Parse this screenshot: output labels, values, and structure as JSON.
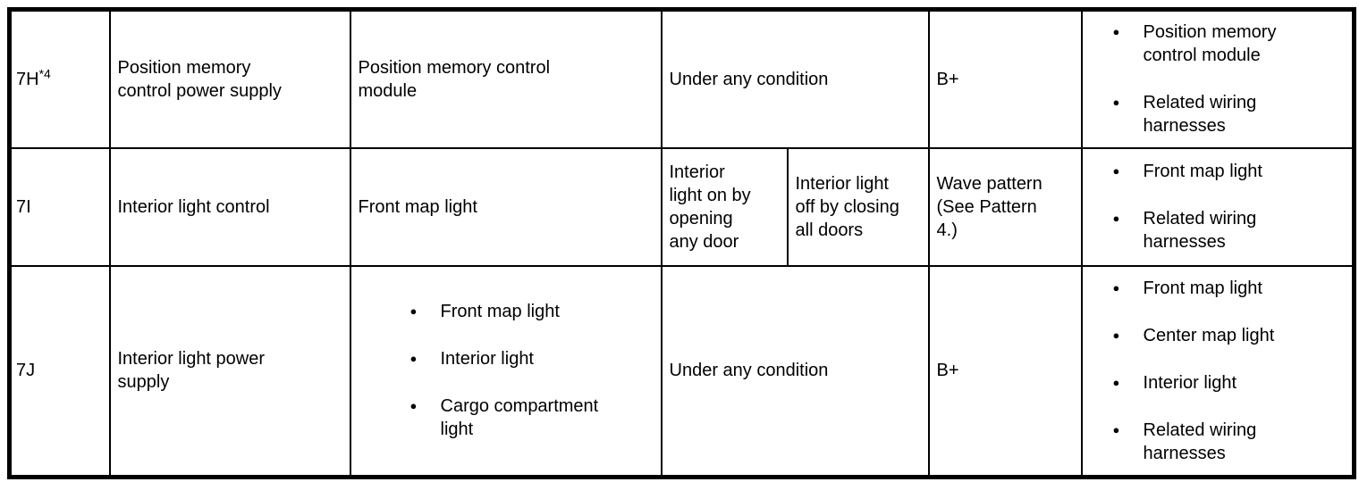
{
  "glyphs": {
    "bullet": "●"
  },
  "table": {
    "rows": [
      {
        "id": "7H",
        "id_sup": "*4",
        "function": "Position memory control power supply",
        "component": "Position memory control module",
        "condition": "Under any condition",
        "signal": "B+",
        "inspection": [
          "Position memory control module",
          "Related wiring harnesses"
        ]
      },
      {
        "id": "7I",
        "function": "Interior light control",
        "component": "Front map light",
        "condition_left": "Interior light on by opening any door",
        "condition_right": "Interior light off by closing all doors",
        "signal": "Wave pattern (See Pattern 4.)",
        "inspection": [
          "Front map light",
          "Related wiring harnesses"
        ]
      },
      {
        "id": "7J",
        "function": "Interior light power supply",
        "component_bullets": [
          "Front map light",
          "Interior light",
          "Cargo compartment light"
        ],
        "condition": "Under any condition",
        "signal": "B+",
        "inspection": [
          "Front map light",
          "Center map light",
          "Interior light",
          "Related wiring harnesses"
        ]
      }
    ]
  }
}
